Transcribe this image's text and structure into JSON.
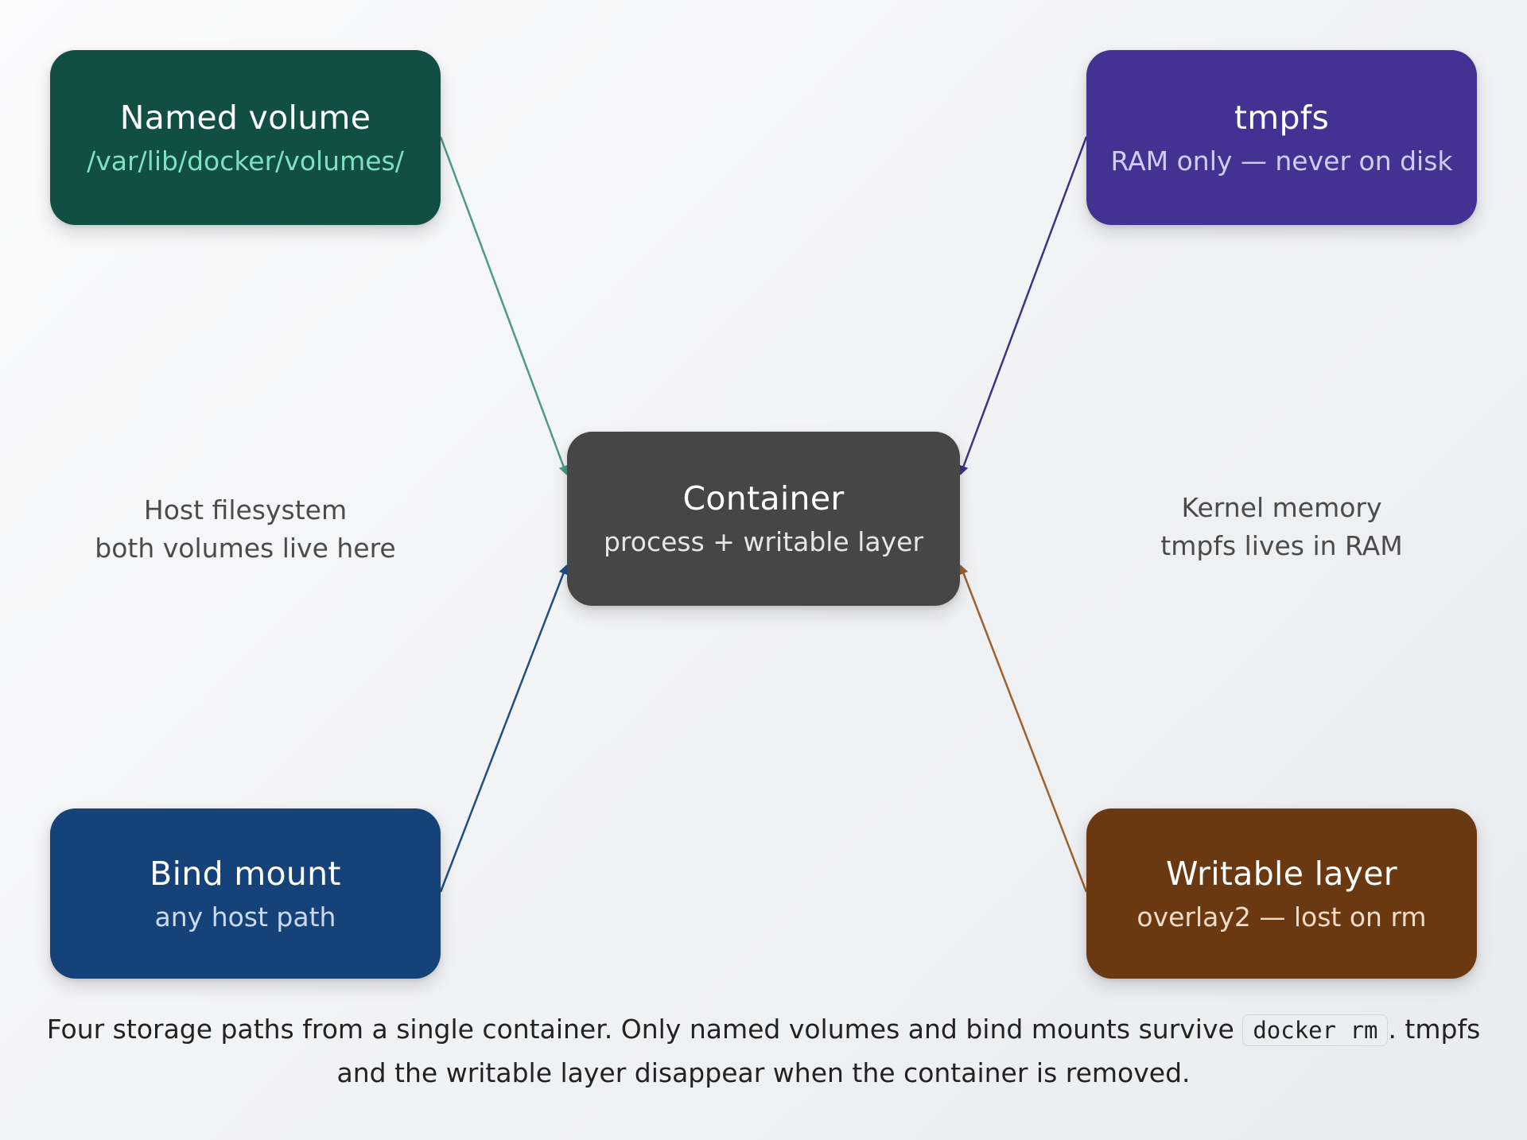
{
  "colors": {
    "named_volume": "#114f45",
    "tmpfs": "#433292",
    "container": "#464646",
    "bind_mount": "#154379",
    "writable_layer": "#6a3911",
    "arrow_named": "#4e9a84",
    "arrow_tmpfs": "#3f3188",
    "arrow_bind": "#1f4f87",
    "arrow_writable": "#a0602b"
  },
  "nodes": {
    "named_volume": {
      "title": "Named volume",
      "subtitle": "/var/lib/docker/volumes/"
    },
    "tmpfs": {
      "title": "tmpfs",
      "subtitle": "RAM only — never on disk"
    },
    "container": {
      "title": "Container",
      "subtitle": "process + writable layer"
    },
    "bind_mount": {
      "title": "Bind mount",
      "subtitle": "any host path"
    },
    "writable_layer": {
      "title": "Writable layer",
      "subtitle": "overlay2 — lost on rm"
    }
  },
  "zones": {
    "host": {
      "line1": "Host filesystem",
      "line2": "both volumes live here"
    },
    "kernel": {
      "line1": "Kernel memory",
      "line2": "tmpfs lives in RAM"
    }
  },
  "caption": {
    "before": "Four storage paths from a single container. Only named volumes and bind mounts survive ",
    "code": "docker rm",
    "after": ". tmpfs and the writable layer disappear when the container is removed."
  }
}
